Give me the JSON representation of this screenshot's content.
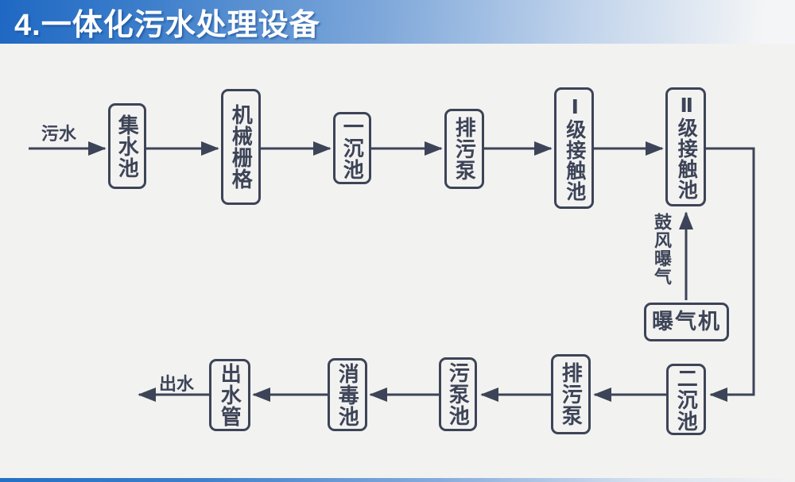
{
  "header": {
    "title": "4.一体化污水处理设备"
  },
  "diagram": {
    "inlet_label": "污水",
    "outlet_label": "出水",
    "aeration_label": "鼓风曝气",
    "nodes": {
      "collecting_tank": "集水池",
      "mechanical_grid": "机械栅格",
      "primary_sedimentation_tank": "一沉池",
      "sewage_pump_top": "排污泵",
      "level1_contact_tank": "Ⅰ级接触池",
      "level2_contact_tank": "Ⅱ级接触池",
      "secondary_sedimentation_tank": "二沉池",
      "sewage_pump_bottom": "排污泵",
      "sludge_pump_tank": "污泵池",
      "disinfection_tank": "消毒池",
      "outlet_pipe": "出水管",
      "aerator": "曝气机"
    }
  },
  "colors": {
    "accent_blue": "#2169c4",
    "line_ink": "#3d4457",
    "background": "#f2f2f1"
  }
}
